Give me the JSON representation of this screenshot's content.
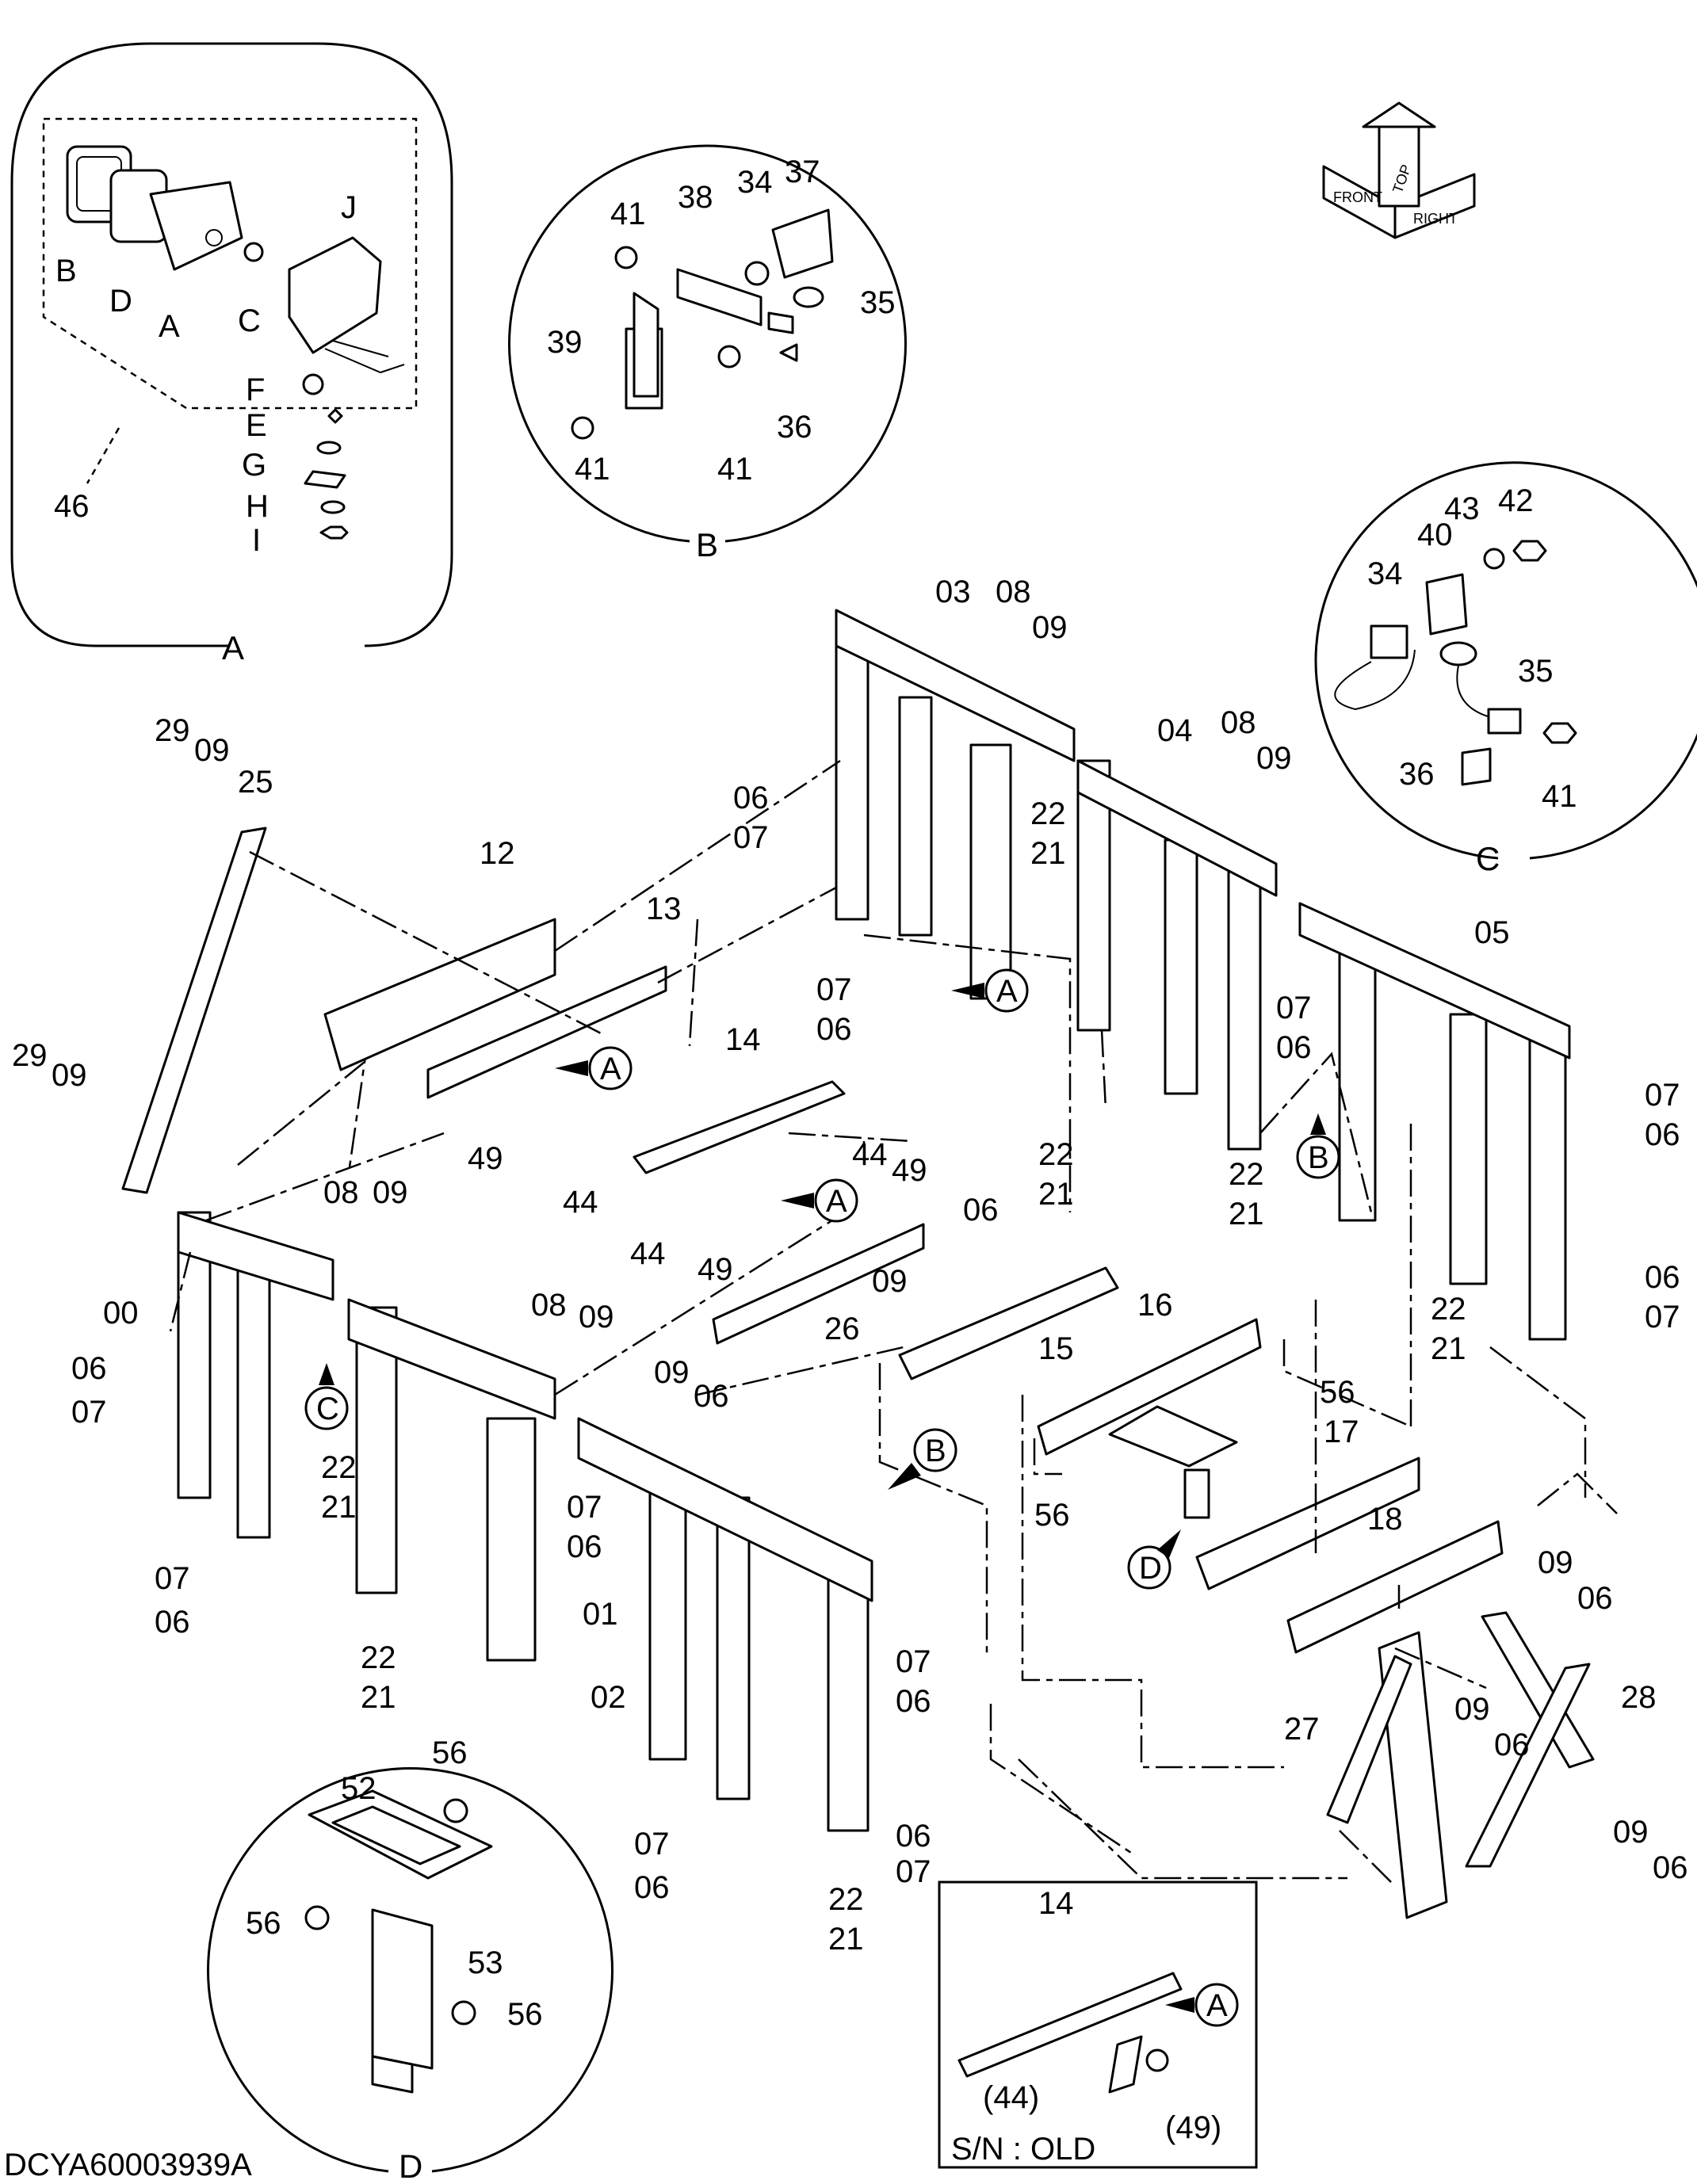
{
  "drawing": {
    "code": "DCYA60003939A",
    "serial_note": "S/N : OLD",
    "orientation": {
      "front": "FRONT",
      "top": "TOP",
      "right": "RIGHT"
    }
  },
  "details": {
    "A": {
      "title": "A",
      "assembly_ref": "46",
      "labels": [
        "B",
        "D",
        "A",
        "C",
        "J",
        "F",
        "E",
        "G",
        "H",
        "I"
      ]
    },
    "B": {
      "title": "B",
      "labels": [
        "41",
        "38",
        "34",
        "37",
        "35",
        "39",
        "41",
        "41",
        "36"
      ]
    },
    "C": {
      "title": "C",
      "labels": [
        "43",
        "42",
        "34",
        "40",
        "35",
        "36",
        "41"
      ]
    },
    "D": {
      "title": "D",
      "labels": [
        "56",
        "52",
        "56",
        "53",
        "56"
      ]
    },
    "old": {
      "labels": [
        "14",
        "(44)",
        "(49)"
      ],
      "callout": "A"
    }
  },
  "main_labels": [
    "03",
    "08",
    "09",
    "04",
    "08",
    "09",
    "05",
    "29",
    "09",
    "25",
    "12",
    "13",
    "06",
    "07",
    "22",
    "21",
    "07",
    "06",
    "07",
    "06",
    "14",
    "A",
    "A",
    "A",
    "44",
    "49",
    "44",
    "49",
    "44",
    "49",
    "29",
    "09",
    "22",
    "21",
    "22",
    "21",
    "B",
    "07",
    "06",
    "06",
    "07",
    "08",
    "09",
    "00",
    "08",
    "09",
    "26",
    "09",
    "06",
    "06",
    "07",
    "C",
    "22",
    "21",
    "15",
    "16",
    "56",
    "17",
    "56",
    "D",
    "22",
    "21",
    "09",
    "06",
    "B",
    "07",
    "06",
    "22",
    "21",
    "01",
    "02",
    "07",
    "06",
    "18",
    "09",
    "06",
    "27",
    "28",
    "09",
    "06",
    "06",
    "07",
    "07",
    "06",
    "22",
    "21",
    "09",
    "06"
  ],
  "callouts": {
    "A": "A",
    "B": "B",
    "C": "C",
    "D": "D"
  }
}
